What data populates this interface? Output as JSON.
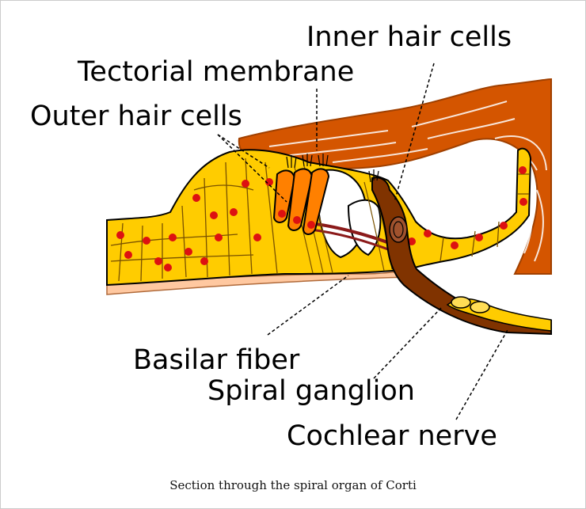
{
  "diagram": {
    "labels": {
      "inner_hair_cells": "Inner hair cells",
      "tectorial_membrane": "Tectorial membrane",
      "outer_hair_cells": "Outer hair cells",
      "basilar_fiber": "Basilar fiber",
      "spiral_ganglion": "Spiral ganglion",
      "cochlear_nerve": "Cochlear nerve"
    }
  },
  "caption": "Section through the spiral organ of Corti",
  "colors": {
    "supporting_cells": "#ffcc00",
    "cell_nuclei": "#dd1111",
    "outer_hair_cells": "#ff8000",
    "tectorial_membrane": "#d45500",
    "nerve_fiber": "#803300",
    "basilar_membrane": "#ffc8a0",
    "outline": "#000000"
  }
}
